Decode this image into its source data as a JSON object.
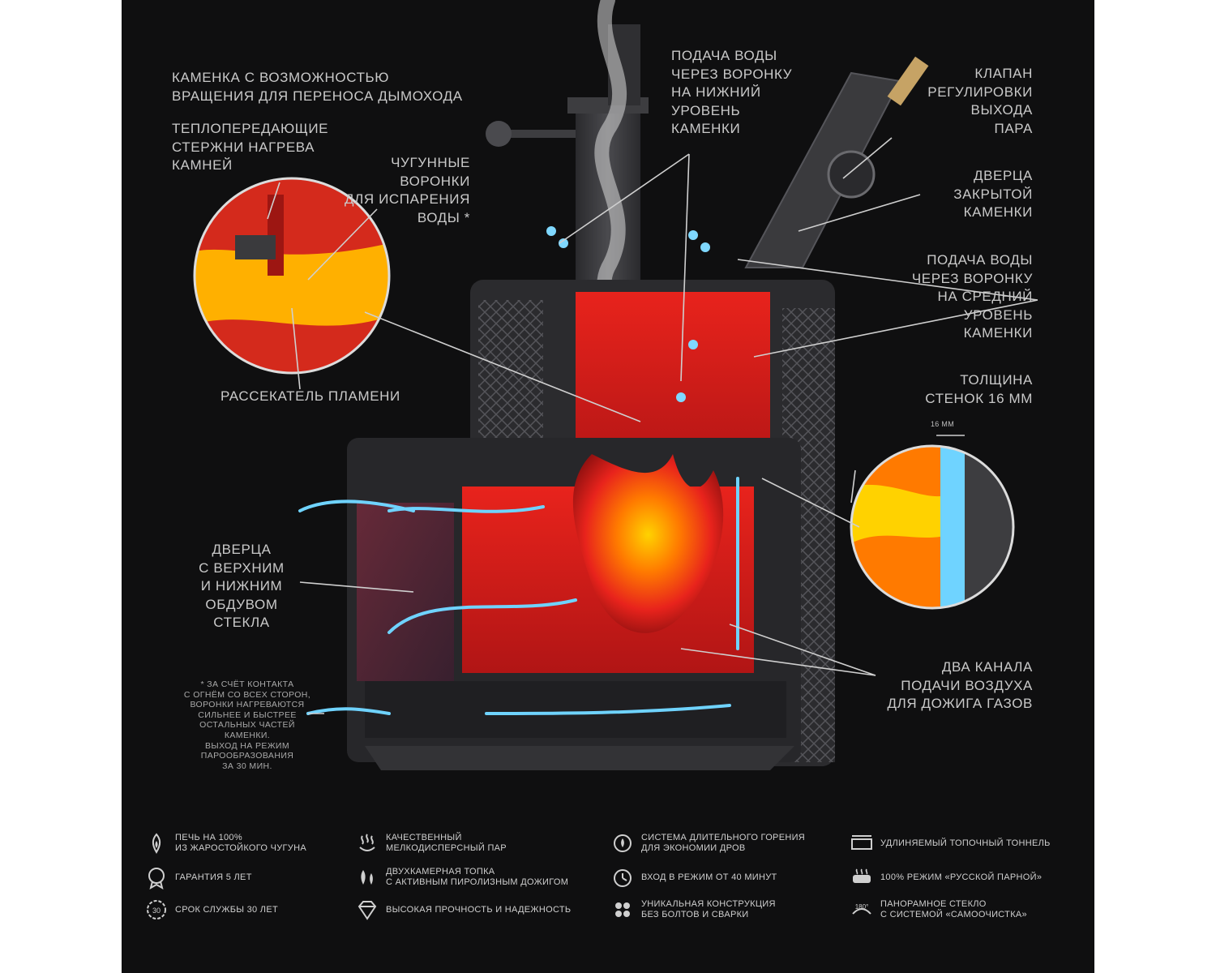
{
  "labels": {
    "rotating_heater": "Каменка с возможностью\nвращения для переноса дымохода",
    "heat_rods": "Теплопередающие\nстержни нагрева\nкамней",
    "cast_funnels": "Чугунные\nворонки\nдля испарения\nводы *",
    "water_lower": "Подача воды\nчерез воронку\nна нижний\nуровень\nкаменки",
    "steam_valve": "Клапан\nрегулировки\nвыхода\nпара",
    "closed_door": "Дверца\nзакрытой\nкаменки",
    "water_middle": "Подача воды\nчерез воронку\nна средний\nуровень\nкаменки",
    "flame_splitter": "Рассекатель пламени",
    "wall_thickness": "Толщина\nстенок 16 мм",
    "wall_dim": "16 мм",
    "glass_door": "Дверца\nс верхним\nи нижним\nобдувом\nстекла",
    "air_channels": "Два канала\nподачи воздуха\nдля дожига газов"
  },
  "footnote": "* За счёт контакта\nс огнём со всех сторон,\nворонки нагреваются\nсильнее и быстрее\nостальных частей\nкаменки.\nВыход на режим\nпарообразования\nза 30 мин.",
  "features": [
    {
      "icon": "cast-iron-icon",
      "text": "Печь на 100%\nиз жаростойкого чугуна"
    },
    {
      "icon": "steam-icon",
      "text": "Качественный\nмелкодисперсный пар"
    },
    {
      "icon": "long-burn-icon",
      "text": "Система длительного горения\nдля экономии дров"
    },
    {
      "icon": "tunnel-icon",
      "text": "Удлиняемый топочный тоннель"
    },
    {
      "icon": "warranty-icon",
      "text": "Гарантия 5 лет"
    },
    {
      "icon": "dual-chamber-icon",
      "text": "Двухкамерная топка\nс активным пиролизным дожигом"
    },
    {
      "icon": "timer-icon",
      "text": "Вход в режим от 40 минут"
    },
    {
      "icon": "russian-steam-icon",
      "text": "100% режим «Русской парной»"
    },
    {
      "icon": "lifetime-icon",
      "text": "Срок службы 30 лет"
    },
    {
      "icon": "diamond-icon",
      "text": "Высокая прочность и надежность"
    },
    {
      "icon": "no-bolts-icon",
      "text": "Уникальная конструкция\nбез болтов и сварки"
    },
    {
      "icon": "panorama-glass-icon",
      "text": "Панорамное стекло\nс системой «самоочистка»"
    }
  ],
  "colors": {
    "background": "#0f0f10",
    "text": "#c9c9c9",
    "flame": "#ff7a00",
    "fire_red": "#e8231c",
    "air": "#6fd3ff",
    "iron": "#3d3d40"
  }
}
